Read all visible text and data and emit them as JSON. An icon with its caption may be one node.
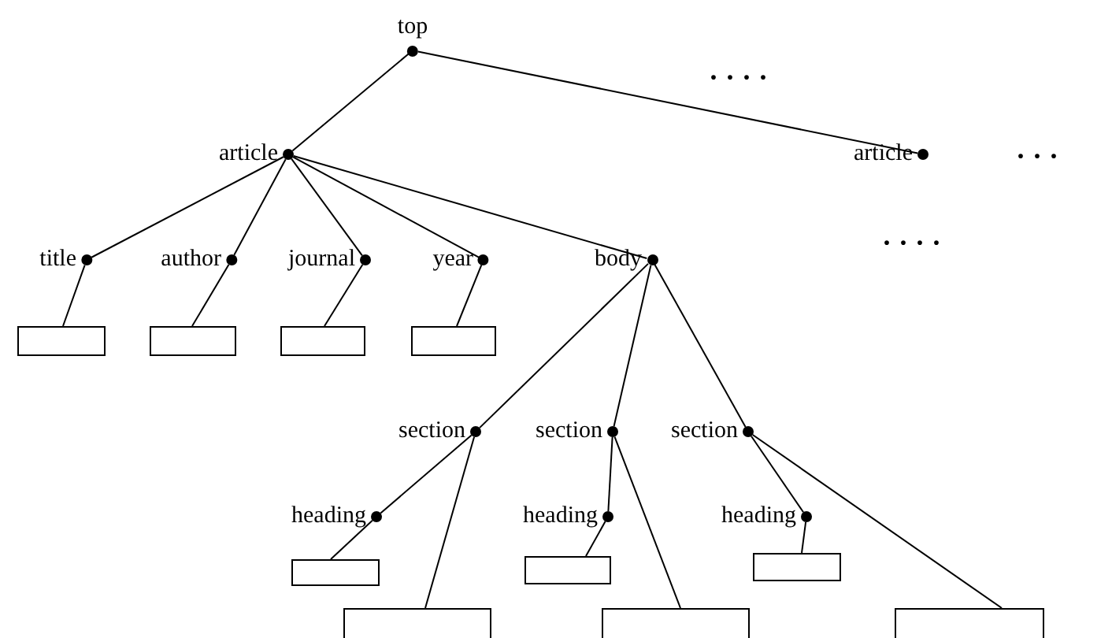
{
  "diagram": {
    "nodes": [
      {
        "text": [
          "top"
        ]
      },
      {
        "text": [
          "article"
        ]
      },
      {
        "text": [
          "article"
        ]
      },
      {
        "text": [
          "title"
        ]
      },
      {
        "text": [
          "author"
        ]
      },
      {
        "text": [
          "journal"
        ]
      },
      {
        "text": [
          "year"
        ]
      },
      {
        "text": [
          "body"
        ]
      },
      {
        "text": [],
        "shape": "box"
      },
      {
        "text": [],
        "shape": "box"
      },
      {
        "text": [],
        "shape": "box"
      },
      {
        "text": [],
        "shape": "box"
      },
      {
        "text": [
          "section"
        ]
      },
      {
        "text": [
          "section"
        ]
      },
      {
        "text": [
          "section"
        ]
      },
      {
        "text": [
          "heading"
        ]
      },
      {
        "text": [],
        "shape": "box"
      },
      {
        "text": [],
        "shape": "box"
      },
      {
        "text": [
          "heading"
        ]
      },
      {
        "text": [],
        "shape": "box"
      },
      {
        "text": [],
        "shape": "box"
      },
      {
        "text": [
          "heading"
        ]
      },
      {
        "text": [],
        "shape": "box"
      },
      {
        "text": [],
        "shape": "box"
      }
    ],
    "edges": [
      {
        "from": 0,
        "to": 1,
        "arrow": "none"
      },
      {
        "from": 0,
        "to": 2,
        "arrow": "none"
      },
      {
        "from": 1,
        "to": 3,
        "arrow": "none"
      },
      {
        "from": 1,
        "to": 4,
        "arrow": "none"
      },
      {
        "from": 1,
        "to": 5,
        "arrow": "none"
      },
      {
        "from": 1,
        "to": 6,
        "arrow": "none"
      },
      {
        "from": 1,
        "to": 7,
        "arrow": "none"
      },
      {
        "from": 3,
        "to": 8,
        "arrow": "none"
      },
      {
        "from": 4,
        "to": 9,
        "arrow": "none"
      },
      {
        "from": 5,
        "to": 10,
        "arrow": "none"
      },
      {
        "from": 6,
        "to": 11,
        "arrow": "none"
      },
      {
        "from": 7,
        "to": 12,
        "arrow": "none"
      },
      {
        "from": 7,
        "to": 13,
        "arrow": "none"
      },
      {
        "from": 7,
        "to": 14,
        "arrow": "none"
      },
      {
        "from": 12,
        "to": 15,
        "arrow": "none"
      },
      {
        "from": 12,
        "to": 17,
        "arrow": "none"
      },
      {
        "from": 13,
        "to": 18,
        "arrow": "none"
      },
      {
        "from": 13,
        "to": 20,
        "arrow": "none"
      },
      {
        "from": 14,
        "to": 21,
        "arrow": "none"
      },
      {
        "from": 14,
        "to": 23,
        "arrow": "none"
      },
      {
        "from": 15,
        "to": 16,
        "arrow": "none"
      },
      {
        "from": 18,
        "to": 19,
        "arrow": "none"
      },
      {
        "from": 21,
        "to": 22,
        "arrow": "none"
      }
    ],
    "labels": [
      "· · · ·",
      "· · ·",
      "· · · ·"
    ]
  }
}
